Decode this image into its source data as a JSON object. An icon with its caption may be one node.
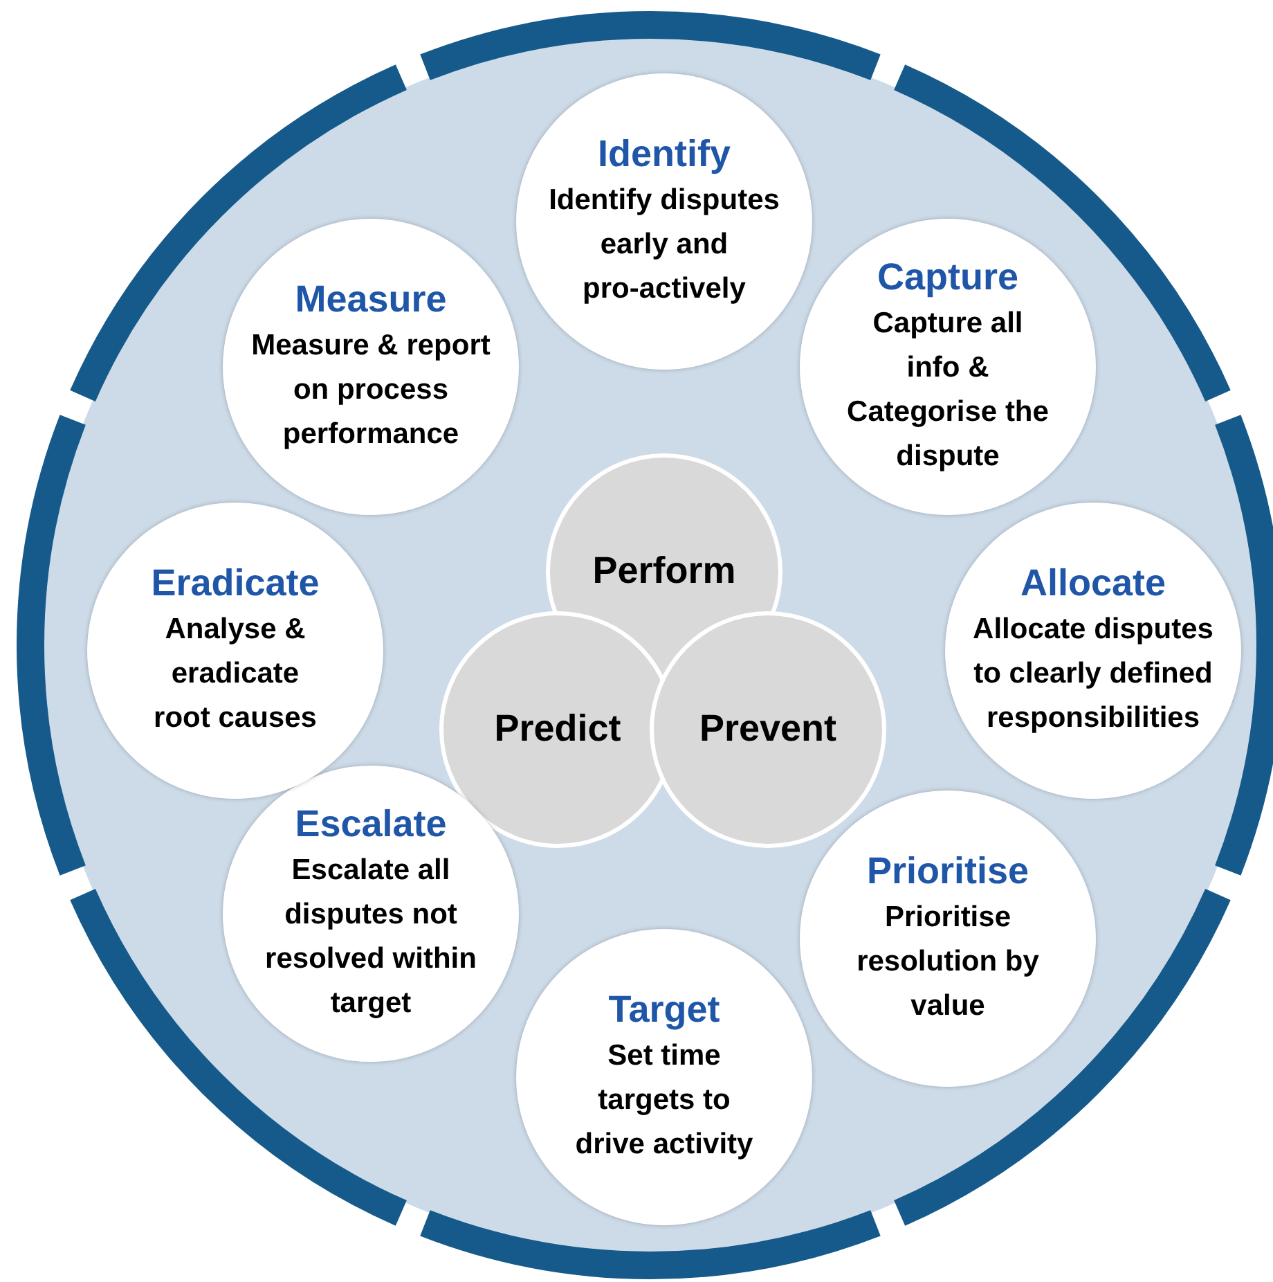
{
  "diagram": {
    "nodes": [
      {
        "text": [
          "Identify",
          "Identify disputes early and pro-actively"
        ]
      },
      {
        "text": [
          "Capture",
          "Capture all info & Categorise the dispute"
        ]
      },
      {
        "text": [
          "Allocate",
          "Allocate disputes to clearly defined responsibilities"
        ]
      },
      {
        "text": [
          "Prioritise",
          "Prioritise resolution by value"
        ]
      },
      {
        "text": [
          "Target",
          "Set time targets to drive activity"
        ]
      },
      {
        "text": [
          "Escalate",
          "Escalate all disputes not resolved within target"
        ]
      },
      {
        "text": [
          "Eradicate",
          "Analyse & eradicate root causes"
        ]
      },
      {
        "text": [
          "Measure",
          "Measure & report on process performance"
        ]
      },
      {
        "text": [
          "Perform"
        ]
      },
      {
        "text": [
          "Predict"
        ]
      },
      {
        "text": [
          "Prevent"
        ]
      }
    ]
  }
}
